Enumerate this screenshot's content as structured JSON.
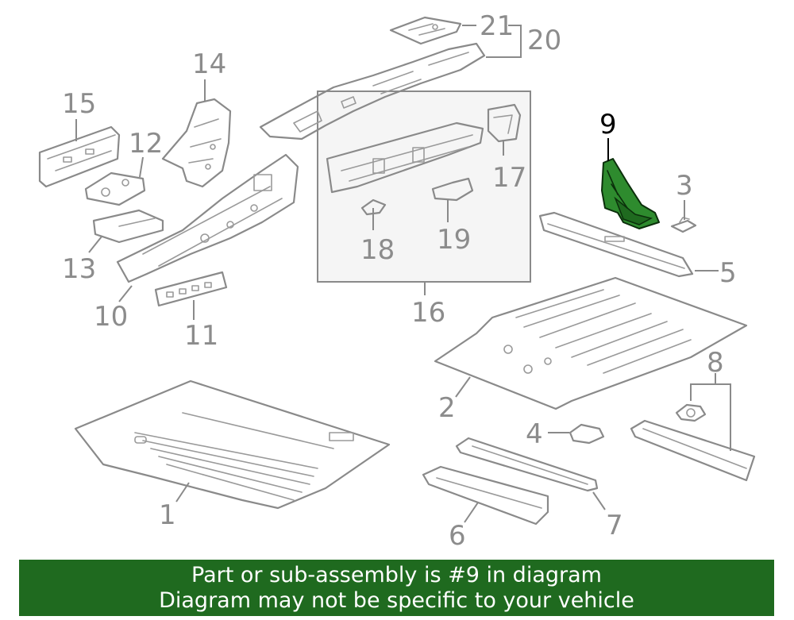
{
  "diagram": {
    "callouts": {
      "c1": "1",
      "c2": "2",
      "c3": "3",
      "c4": "4",
      "c5": "5",
      "c6": "6",
      "c7": "7",
      "c8": "8",
      "c9": "9",
      "c10": "10",
      "c11": "11",
      "c12": "12",
      "c13": "13",
      "c14": "14",
      "c15": "15",
      "c16": "16",
      "c17": "17",
      "c18": "18",
      "c19": "19",
      "c20": "20",
      "c21": "21"
    },
    "highlighted_part": "9",
    "colors": {
      "line": "#8a8a8a",
      "highlight": "#2e8b2e",
      "banner": "#1f6a1f",
      "subassembly_box": "#f5f5f5"
    }
  },
  "banner": {
    "line1": "Part or sub-assembly is #9 in diagram",
    "line2": "Diagram may not be specific to your vehicle"
  }
}
